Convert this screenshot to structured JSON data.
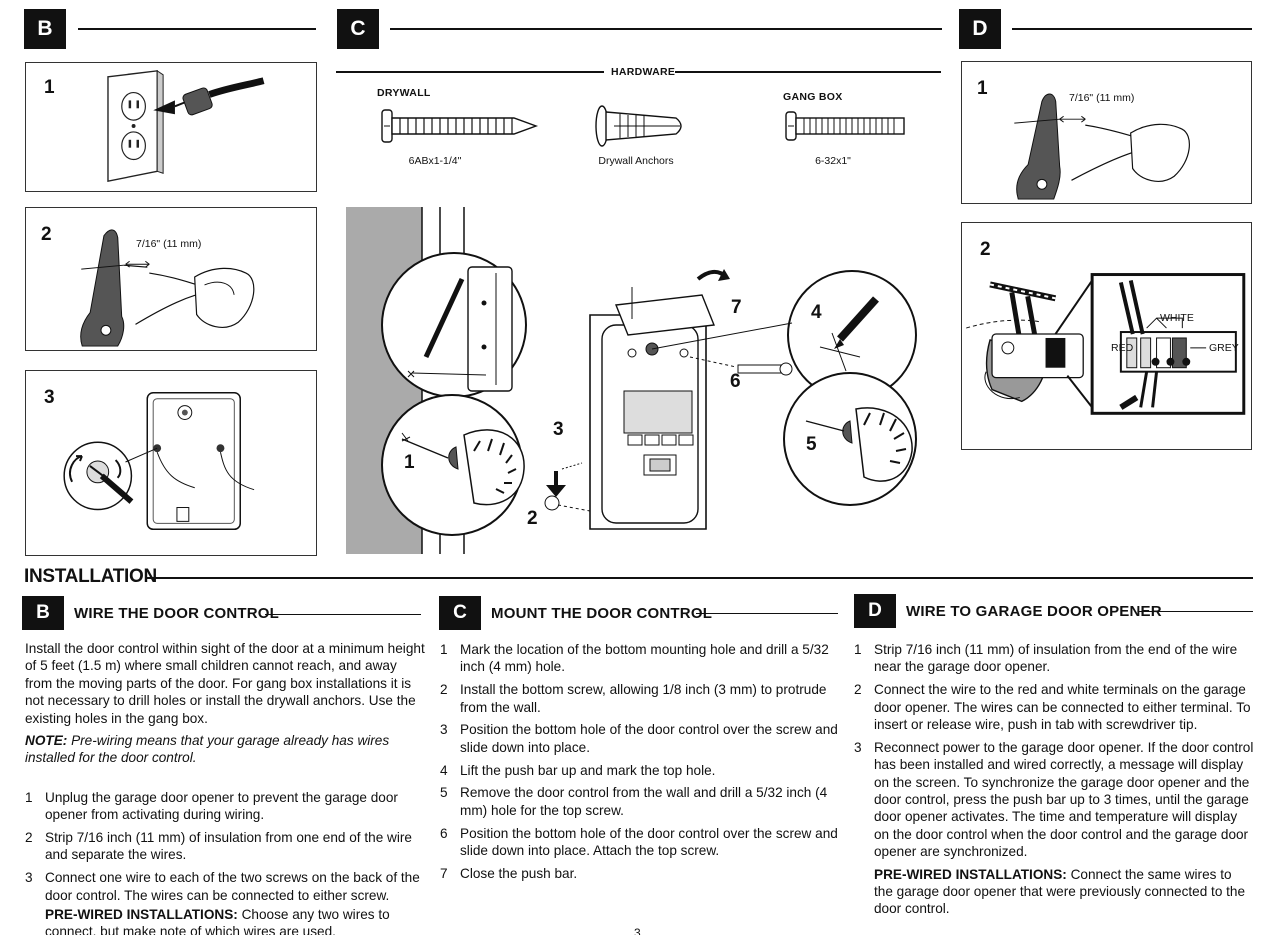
{
  "top": {
    "panel_b": {
      "badge": "B",
      "steps": [
        {
          "num": "1"
        },
        {
          "num": "2",
          "dimension": "7/16\" (11 mm)"
        },
        {
          "num": "3"
        }
      ]
    },
    "panel_c": {
      "badge": "C",
      "hardware_title": "HARDWARE",
      "items": [
        {
          "header": "DRYWALL",
          "label": "6ABx1-1/4\""
        },
        {
          "header": "",
          "label": "Drywall Anchors"
        },
        {
          "header": "GANG BOX",
          "label": "6-32x1\""
        }
      ],
      "callouts": [
        "1",
        "2",
        "3",
        "4",
        "5",
        "6",
        "7"
      ]
    },
    "panel_d": {
      "badge": "D",
      "steps": [
        {
          "num": "1",
          "dimension": "7/16\" (11 mm)"
        },
        {
          "num": "2",
          "labels": {
            "white": "WHITE",
            "red": "RED",
            "grey": "GREY"
          }
        }
      ]
    }
  },
  "installation": {
    "title": "INSTALLATION",
    "sections": [
      {
        "badge": "B",
        "title": "WIRE THE DOOR CONTROL",
        "intro": "Install the door control within sight of the door at a minimum height of 5 feet (1.5 m) where small children cannot reach, and away from the moving parts of the door. For gang box installations it is not necessary to drill holes or install the drywall anchors. Use the existing holes in the gang box.",
        "note_label": "NOTE:",
        "note_text": " Pre-wiring means that your garage already has wires installed for the door control.",
        "steps": [
          {
            "n": "1",
            "text": "Unplug the garage door opener to prevent the garage door opener from activating during wiring."
          },
          {
            "n": "2",
            "text": "Strip 7/16 inch (11 mm) of insulation from one end of the wire and separate the wires."
          },
          {
            "n": "3",
            "text": "Connect one wire to each of the two screws on the back of the door control. The wires can be connected to either screw."
          }
        ],
        "prewired_label": "PRE-WIRED INSTALLATIONS:",
        "prewired_text": " Choose any two wires to connect, but make note of which wires are used."
      },
      {
        "badge": "C",
        "title": "MOUNT THE DOOR CONTROL",
        "steps": [
          {
            "n": "1",
            "text": "Mark the location of the bottom mounting hole and drill a 5/32 inch (4 mm) hole."
          },
          {
            "n": "2",
            "text": "Install the bottom screw, allowing 1/8 inch (3 mm) to protrude from the wall."
          },
          {
            "n": "3",
            "text": "Position the bottom hole of the door control over the screw and slide down into place."
          },
          {
            "n": "4",
            "text": "Lift the push bar up and mark the top hole."
          },
          {
            "n": "5",
            "text": "Remove the door control from the wall and drill a 5/32 inch (4 mm) hole for the top screw."
          },
          {
            "n": "6",
            "text": "Position the bottom hole of the door control over the screw and slide down into place. Attach the top screw."
          },
          {
            "n": "7",
            "text": "Close the push bar."
          }
        ]
      },
      {
        "badge": "D",
        "title": "WIRE TO GARAGE DOOR OPENER",
        "steps": [
          {
            "n": "1",
            "text": "Strip 7/16 inch (11 mm) of insulation from the end of the wire near the garage door opener."
          },
          {
            "n": "2",
            "text": "Connect the wire to the red and white terminals on the garage door opener. The wires can be connected to either terminal. To insert or release wire, push in tab with screwdriver tip."
          },
          {
            "n": "3",
            "text": "Reconnect power to the garage door opener. If the door control has been installed and wired correctly, a message will display on the screen. To synchronize the garage door opener and the door control, press the push bar up to 3 times, until the garage door opener activates. The time and temperature will display on the door control when the door control and the garage door opener are synchronized."
          }
        ],
        "prewired_label": "PRE-WIRED INSTALLATIONS:",
        "prewired_text": " Connect the same wires to the garage door opener that were previously connected to the door control."
      }
    ]
  },
  "page_number": "3"
}
